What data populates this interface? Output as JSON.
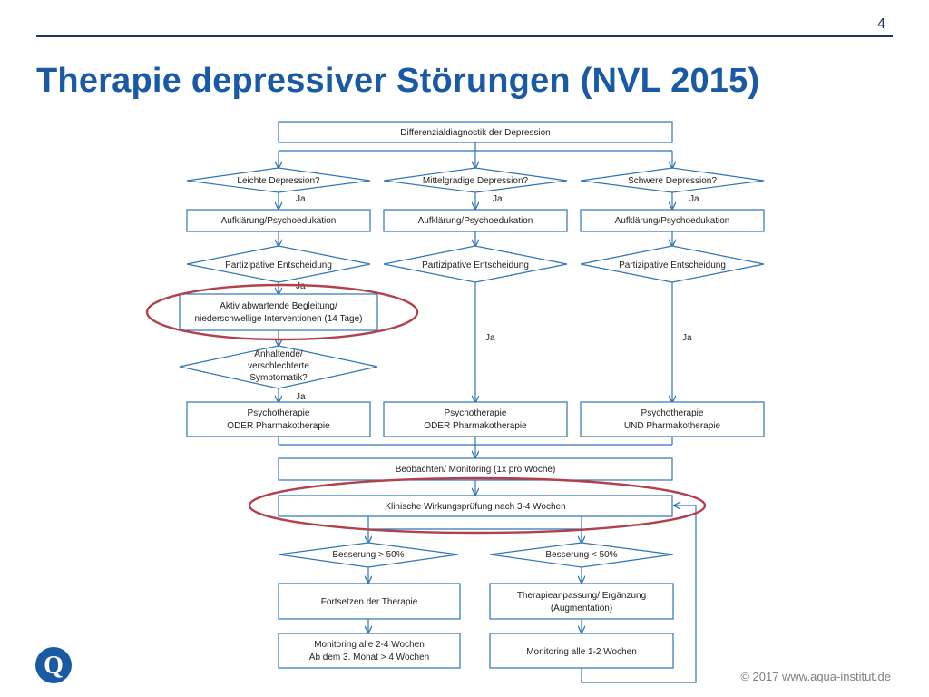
{
  "header": {
    "page_number": "4",
    "title": "Therapie depressiver Störungen (NVL 2015)"
  },
  "flowchart": {
    "start": "Differenzialdiagnostik der Depression",
    "q_leicht": "Leichte Depression?",
    "q_mittel": "Mittelgradige Depression?",
    "q_schwer": "Schwere Depression?",
    "aufklaerung": "Aufklärung/Psychoedukation",
    "partizipativ": "Partizipative Entscheidung",
    "aktiv_line1": "Aktiv abwartende Begleitung/",
    "aktiv_line2": "niederschwellige Interventionen (14 Tage)",
    "anhaltend_line1": "Anhaltende/",
    "anhaltend_line2": "verschlechterte",
    "anhaltend_line3": "Symptomatik?",
    "psycho": "Psychotherapie",
    "oder_pharma": "ODER Pharmakotherapie",
    "und_pharma": "UND Pharmakotherapie",
    "beobachten": "Beobachten/ Monitoring (1x pro Woche)",
    "klinisch": "Klinische Wirkungsprüfung nach 3-4 Wochen",
    "besserung_gt": "Besserung > 50%",
    "besserung_lt": "Besserung < 50%",
    "fortsetzen": "Fortsetzen der Therapie",
    "anpassung_line1": "Therapieanpassung/ Ergänzung",
    "anpassung_line2": "(Augmentation)",
    "monitoring24_line1": "Monitoring alle 2-4 Wochen",
    "monitoring24_line2": "Ab dem 3. Monat > 4 Wochen",
    "monitoring12": "Monitoring alle 1-2 Wochen",
    "ja": "Ja"
  },
  "footer": {
    "logo_letter": "Q",
    "copyright": "© 2017 www.aqua-institut.de"
  },
  "colors": {
    "title": "#1a5aa5",
    "lines": "#2e75b6",
    "highlight": "#b3404a",
    "logo": "#1a5aa5"
  }
}
